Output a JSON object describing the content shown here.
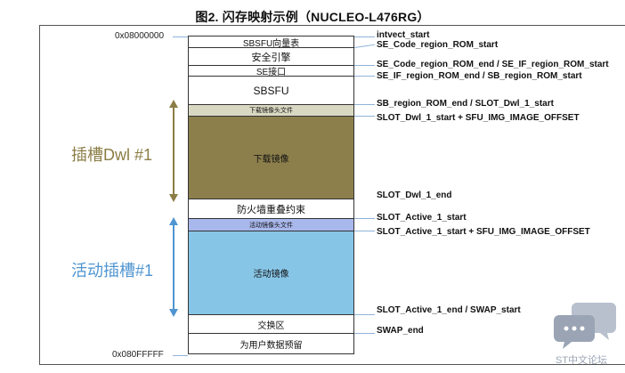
{
  "title": "图2. 闪存映射示例（NUCLEO-L476RG）",
  "addresses": {
    "top": "0x08000000",
    "bottom": "0x080FFFFF"
  },
  "blocks": [
    {
      "id": "sbsfu-vector",
      "label": "SBSFU向量表",
      "color": "#ffffff"
    },
    {
      "id": "secure-engine",
      "label": "安全引擎",
      "color": "#ffffff"
    },
    {
      "id": "se-interface",
      "label": "SE接口",
      "color": "#ffffff"
    },
    {
      "id": "sbsfu",
      "label": "SBSFU",
      "color": "#ffffff"
    },
    {
      "id": "dwl-header",
      "label": "下载镜像头文件",
      "color": "#d9d9c3"
    },
    {
      "id": "dwl-image",
      "label": "下载镜像",
      "color": "#8c7f4c"
    },
    {
      "id": "firewall",
      "label": "防火墙重叠约束",
      "color": "#ffffff"
    },
    {
      "id": "active-header",
      "label": "活动镜像头文件",
      "color": "#a9b8ec"
    },
    {
      "id": "active-image",
      "label": "活动镜像",
      "color": "#87c5e6"
    },
    {
      "id": "swap",
      "label": "交换区",
      "color": "#ffffff"
    },
    {
      "id": "user-data",
      "label": "为用户数据预留",
      "color": "#ffffff"
    }
  ],
  "right_labels": [
    "intvect_start",
    "SE_Code_region_ROM_start",
    "SE_Code_region_ROM_end / SE_IF_region_ROM_start",
    "SE_IF_region_ROM_end / SB_region_ROM_start",
    "SB_region_ROM_end  / SLOT_Dwl_1_start",
    "SLOT_Dwl_1_start + SFU_IMG_IMAGE_OFFSET",
    "SLOT_Dwl_1_end",
    "SLOT_Active_1_start",
    "SLOT_Active_1_start + SFU_IMG_IMAGE_OFFSET",
    "SLOT_Active_1_end / SWAP_start",
    "SWAP_end"
  ],
  "slots": {
    "dwl": {
      "label": "插槽Dwl #1",
      "color": "#8b7d45"
    },
    "active": {
      "label": "活动插槽#1",
      "color": "#4f95d1"
    }
  },
  "watermark": {
    "text": "ST中文论坛",
    "color": "#9aa4b4"
  }
}
